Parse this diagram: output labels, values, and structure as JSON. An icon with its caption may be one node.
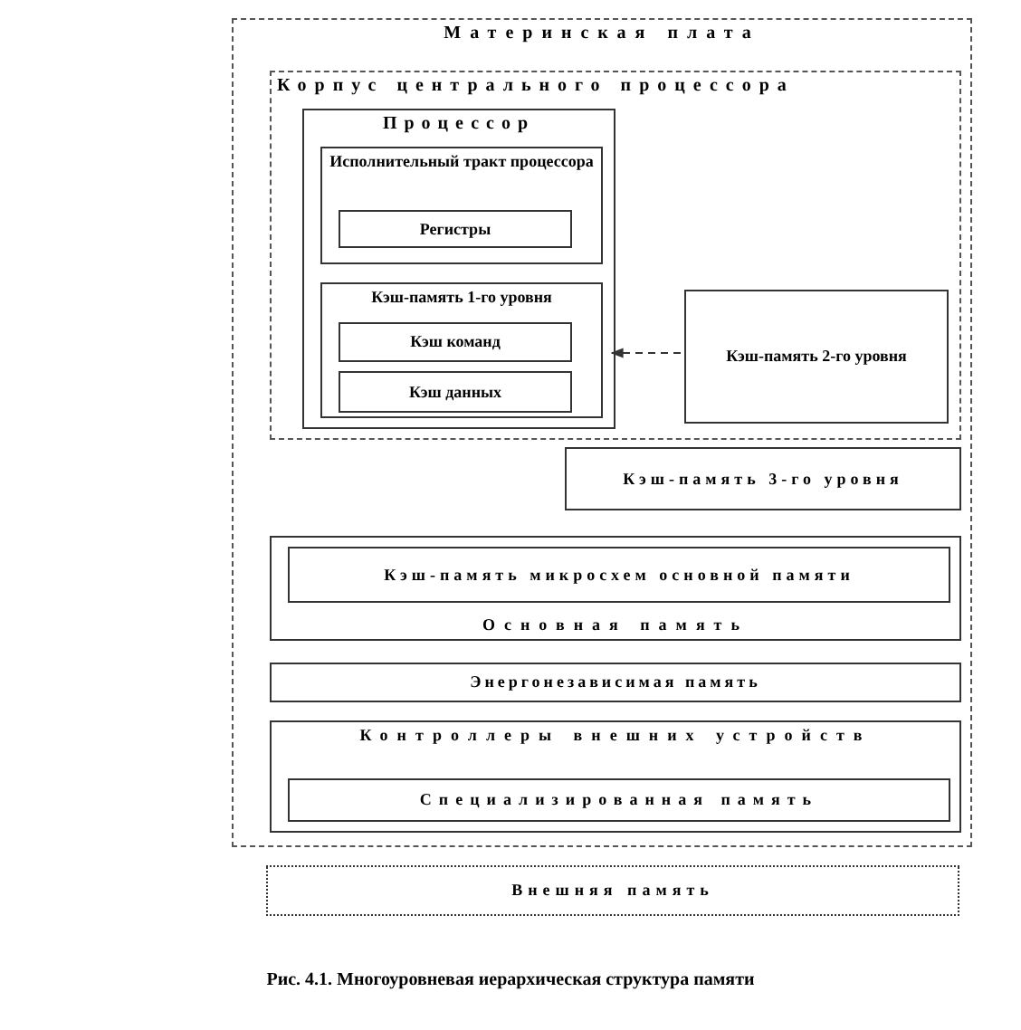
{
  "diagram": {
    "caption": "Рис. 4.1. Многоуровневая иерархическая структура памяти",
    "nodes": [
      {
        "text": [
          "Материнская плата"
        ]
      },
      {
        "text": [
          "Корпус центрального процессора"
        ],
        "in": 0
      },
      {
        "text": [
          "Процессор"
        ],
        "in": 1
      },
      {
        "text": [
          "Исполнительный тракт процессора"
        ],
        "in": 2
      },
      {
        "text": [
          "Регистры"
        ],
        "in": 3
      },
      {
        "text": [
          "Кэш-память 1-го уровня"
        ],
        "in": 2
      },
      {
        "text": [
          "Кэш команд"
        ],
        "in": 5
      },
      {
        "text": [
          "Кэш данных"
        ],
        "in": 5
      },
      {
        "text": [
          "Кэш-память 2-го уровня"
        ],
        "in": 1
      },
      {
        "text": [
          "Кэш-память 3-го уровня"
        ],
        "in": 0
      },
      {
        "text": [
          "Основная память"
        ],
        "in": 0
      },
      {
        "text": [
          "Кэш-память микросхем основной памяти"
        ],
        "in": 10
      },
      {
        "text": [
          "Энергонезависимая память"
        ],
        "in": 0
      },
      {
        "text": [
          "Контроллеры внешних устройств"
        ],
        "in": 0
      },
      {
        "text": [
          "Специализированная память"
        ],
        "in": 13
      },
      {
        "text": [
          "Внешняя память"
        ]
      }
    ],
    "edges": [
      {
        "from": 8,
        "to": 2,
        "arrow": "to",
        "style": "dashed"
      }
    ]
  }
}
